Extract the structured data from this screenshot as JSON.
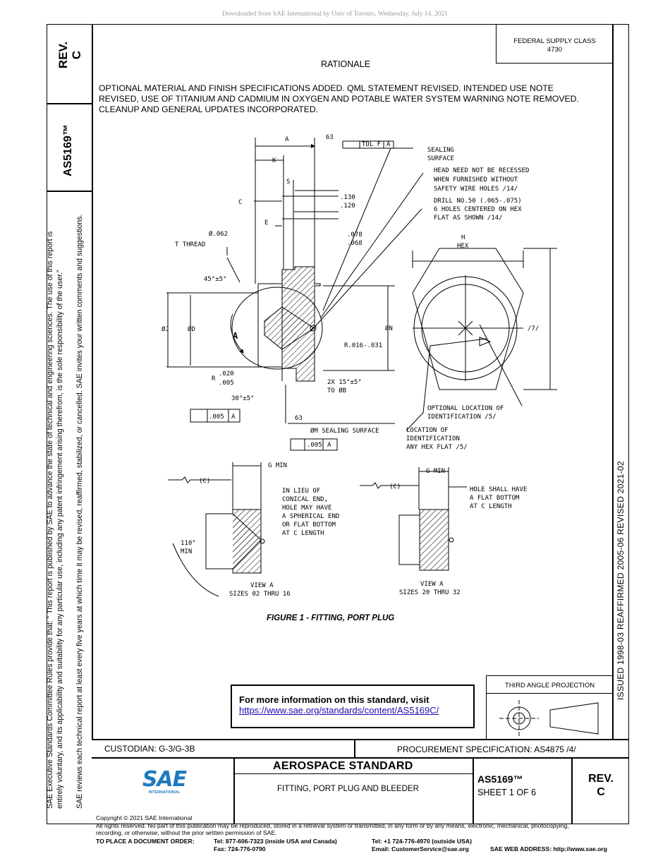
{
  "header": {
    "download_notice": "Downloaded from SAE International by Univ of Toronto, Wednesday, July 14, 2021"
  },
  "left_column": {
    "rev_label": "REV.",
    "rev_value": "C",
    "doc_number": "AS5169™"
  },
  "side_note": {
    "line1": "SAE Executive Standards Committee Rules provide that: “  This report is published by SAE to advance the state of technical and engineering sciences. The use of this report is",
    "line2": "entirely voluntary, and its applicability and suitability for any particular use, including any patent infringement arising therefrom, is the sole responsibility of the user.”",
    "line3": "SAE reviews each technical report at least every five years at which time it may be revised, reaffirmed, stabilized, or cancelled. SAE invites your written comments and suggestions."
  },
  "federal_supply": {
    "line1": "FEDERAL SUPPLY CLASS",
    "line2": "4730"
  },
  "rationale": {
    "title": "RATIONALE",
    "line1": "OPTIONAL MATERIAL AND FINISH SPECIFICATIONS ADDED. QML STATEMENT REVISED. INTENDED USE NOTE",
    "line2": "REVISED, USE OF TITANIUM AND CADMIUM IN OXYGEN AND POTABLE WATER SYSTEM WARNING NOTE REMOVED.",
    "line3": "CLEANUP AND GENERAL UPDATES INCORPORATED."
  },
  "right_column": {
    "dates": "ISSUED 1998-03    REAFFIRMED 2005-06    REVISED 2021-02"
  },
  "figure": {
    "caption": "FIGURE 1 - FITTING, PORT PLUG",
    "labels": {
      "a": "A",
      "k": "K",
      "s": "S",
      "c": "C",
      "e": "E",
      "tol": "TOL F",
      "sealing_surface_1": "SEALING",
      "sealing_surface_2": "SURFACE",
      "dim_130": ".130",
      "dim_120": ".120",
      "dim_078": ".078",
      "dim_068": ".068",
      "dim_062": "Ø.062",
      "t_thread": "T THREAD",
      "angle_45": "45°±5°",
      "phi_j": "ØJ",
      "phi_d": "ØD",
      "view_a_marker": "A",
      "phi_n": "ØN",
      "r_016": "R.016-.031",
      "r_020": ".020",
      "r_prefix": "R",
      "r_005": ".005",
      "angle_30": "30°±5°",
      "tol_005": ".005",
      "datum_a": "A",
      "datum_63": "63",
      "angle_15_1": "2X 15°±5°",
      "angle_15_2": "TO ØB",
      "phi_m": "ØM SEALING SURFACE",
      "head_note_1": "HEAD NEED NOT BE RECESSED",
      "head_note_2": "WHEN FURNISHED WITHOUT",
      "head_note_3": "SAFETY WIRE HOLES /14/",
      "drill_1": "DRILL NO.50 (.065-.075)",
      "drill_2": "6 HOLES CENTERED ON HEX",
      "drill_3": "FLAT AS SHOWN /14/",
      "h": "H",
      "hex": "HEX",
      "note_7": "/7/",
      "opt_loc_1": "OPTIONAL LOCATION OF",
      "opt_loc_2": "IDENTIFICATION /5/",
      "loc_1": "LOCATION OF",
      "loc_2": "IDENTIFICATION",
      "loc_3": "ANY HEX FLAT /5/",
      "c_paren": "(C)",
      "g_min": "G MIN",
      "lieu_1": "IN LIEU OF",
      "lieu_2": "CONICAL END,",
      "lieu_3": "HOLE MAY HAVE",
      "lieu_4": "A SPHERICAL END",
      "lieu_5": "OR FLAT BOTTOM",
      "lieu_6": "AT C LENGTH",
      "angle_110": "110°",
      "min": "MIN",
      "view_a": "VIEW A",
      "sizes_1": "SIZES 02 THRU 16",
      "sizes_2": "SIZES 20 THRU 32",
      "hole_1": "HOLE SHALL HAVE",
      "hole_2": "A FLAT BOTTOM",
      "hole_3": "AT C LENGTH"
    }
  },
  "info_box": {
    "heading": "For more information on this standard, visit",
    "link": "https://www.sae.org/standards/content/AS5169C/"
  },
  "projection": {
    "label": "THIRD ANGLE PROJECTION"
  },
  "bottom": {
    "custodian": "CUSTODIAN: G-3/G-3B",
    "procurement": "PROCUREMENT SPECIFICATION: AS4875 /4/",
    "standard_type": "AEROSPACE STANDARD",
    "subtitle": "FITTING, PORT PLUG AND BLEEDER",
    "doc_number": "AS5169™",
    "sheet": "SHEET 1 OF 6",
    "rev_label": "REV.",
    "rev_value": "C",
    "logo_text": "SAE",
    "logo_sub": "INTERNATIONAL"
  },
  "footer": {
    "copyright": "Copyright © 2021 SAE International",
    "rights_1": "All rights reserved. No part of this publication may be reproduced, stored in a retrieval system or transmitted, in any form or by any means, electronic, mechanical, photocopying,",
    "rights_2": "recording, or otherwise, without the prior written permission of SAE.",
    "order_label": "TO PLACE A DOCUMENT ORDER:",
    "tel_us": "Tel: 877-606-7323 (inside USA and Canada)",
    "fax": "Fax: 724-776-0790",
    "tel_intl": "Tel: +1 724-776-4970 (outside USA)",
    "email": "Email: CustomerService@sae.org",
    "web": "SAE WEB ADDRESS: http://www.sae.org"
  },
  "colors": {
    "logo_blue": "#1f7bc1",
    "link_blue": "#1a0dab"
  }
}
